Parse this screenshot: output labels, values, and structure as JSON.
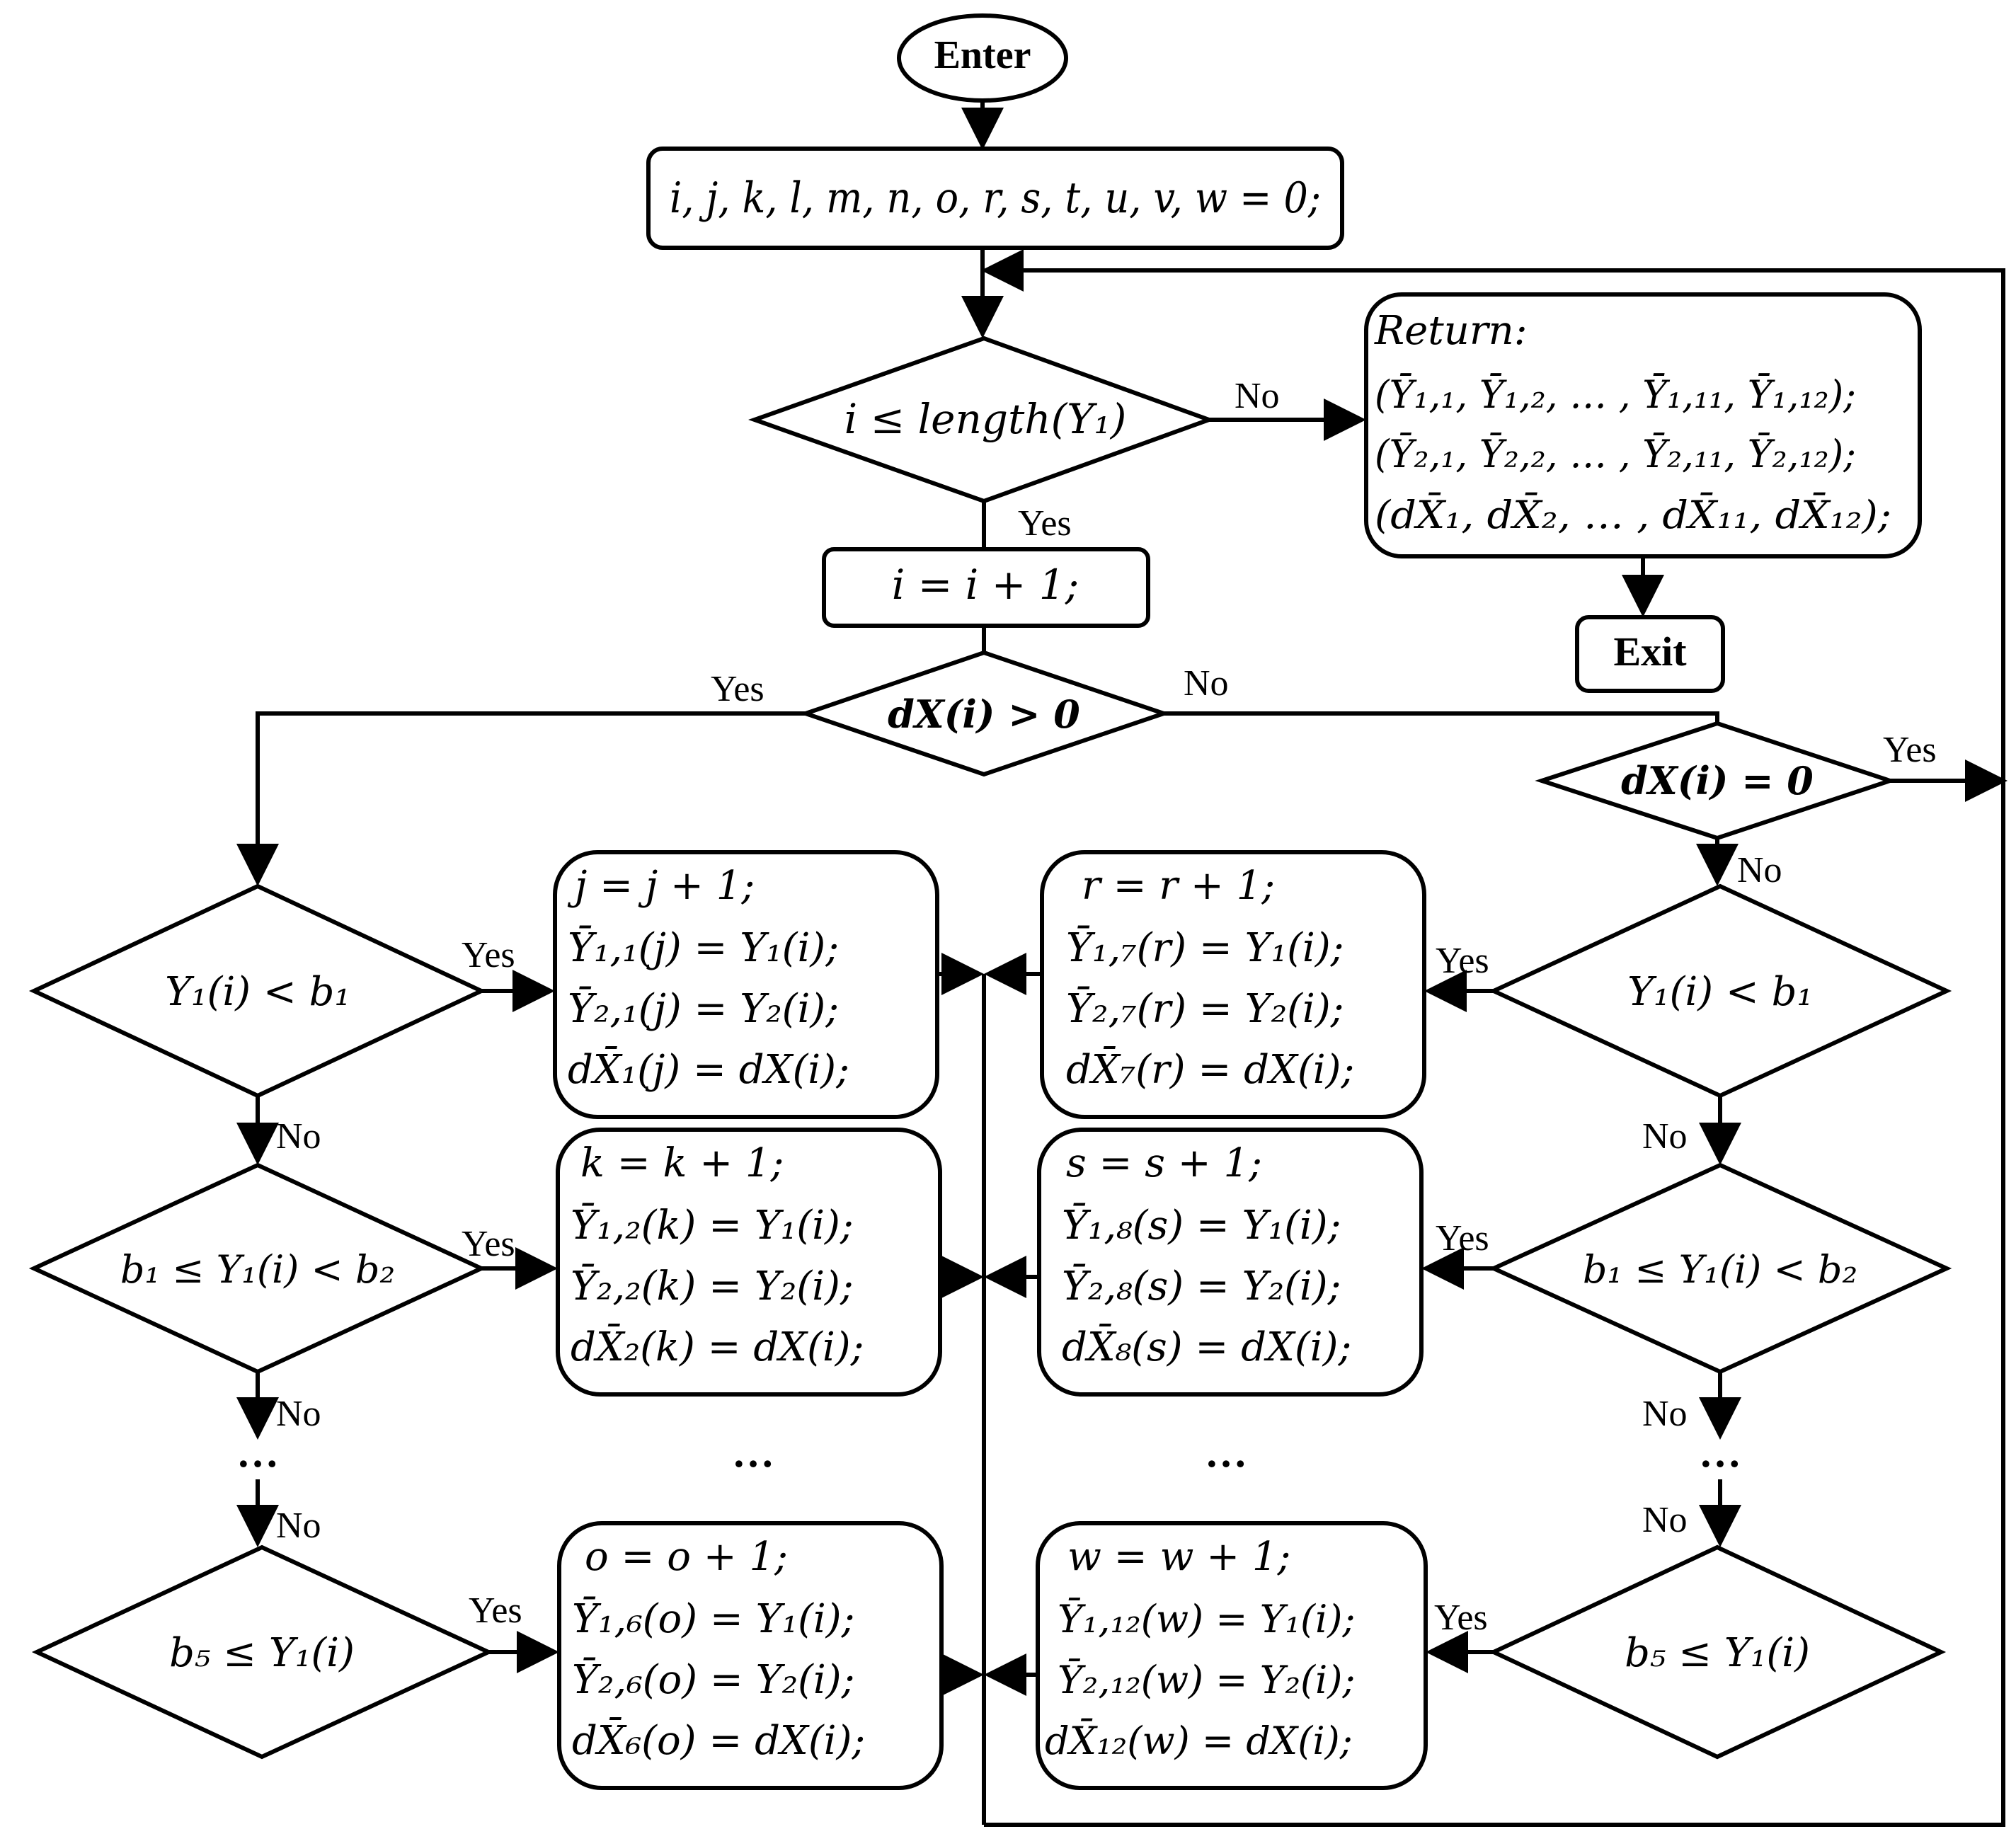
{
  "diagram": {
    "enter": "Enter",
    "exit": "Exit",
    "init": "i, j, k, l, m, n, o, r, s, t, u, v, w = 0;",
    "loop_condition": "i ≤ length(Y₁)",
    "increment": "i = i + 1;",
    "sign_condition": "dX(i) > 0",
    "zero_condition": "dX(i) = 0",
    "return_block": {
      "title": "Return:",
      "lines": [
        "(Ȳ₁,₁, Ȳ₁,₂, … , Ȳ₁,₁₁, Ȳ₁,₁₂);",
        "(Ȳ₂,₁, Ȳ₂,₂, … , Ȳ₂,₁₁, Ȳ₂,₁₂);",
        "(dX̄₁, dX̄₂, … , dX̄₁₁, dX̄₁₂);"
      ]
    },
    "edge_labels": {
      "yes": "Yes",
      "no": "No"
    },
    "ellipsis": "…",
    "left_conditions": [
      "Y₁(i) < b₁",
      "b₁ ≤ Y₁(i) < b₂",
      "b₅ ≤ Y₁(i)"
    ],
    "right_conditions": [
      "Y₁(i) < b₁",
      "b₁ ≤ Y₁(i) < b₂",
      "b₅ ≤ Y₁(i)"
    ],
    "left_actions": [
      [
        "j = j + 1;",
        "Ȳ₁,₁(j) = Y₁(i);",
        "Ȳ₂,₁(j) = Y₂(i);",
        "dX̄₁(j) = dX(i);"
      ],
      [
        "k = k + 1;",
        "Ȳ₁,₂(k) = Y₁(i);",
        "Ȳ₂,₂(k) = Y₂(i);",
        "dX̄₂(k) = dX(i);"
      ],
      [
        "o = o + 1;",
        "Ȳ₁,₆(o) = Y₁(i);",
        "Ȳ₂,₆(o) = Y₂(i);",
        "dX̄₆(o) = dX(i);"
      ]
    ],
    "right_actions": [
      [
        "r = r + 1;",
        "Ȳ₁,₇(r) = Y₁(i);",
        "Ȳ₂,₇(r) = Y₂(i);",
        "dX̄₇(r) = dX(i);"
      ],
      [
        "s = s + 1;",
        "Ȳ₁,₈(s) = Y₁(i);",
        "Ȳ₂,₈(s) = Y₂(i);",
        "dX̄₈(s) = dX(i);"
      ],
      [
        "w = w + 1;",
        "Ȳ₁,₁₂(w) = Y₁(i);",
        "Ȳ₂,₁₂(w) = Y₂(i);",
        "dX̄₁₂(w) = dX(i);"
      ]
    ]
  }
}
